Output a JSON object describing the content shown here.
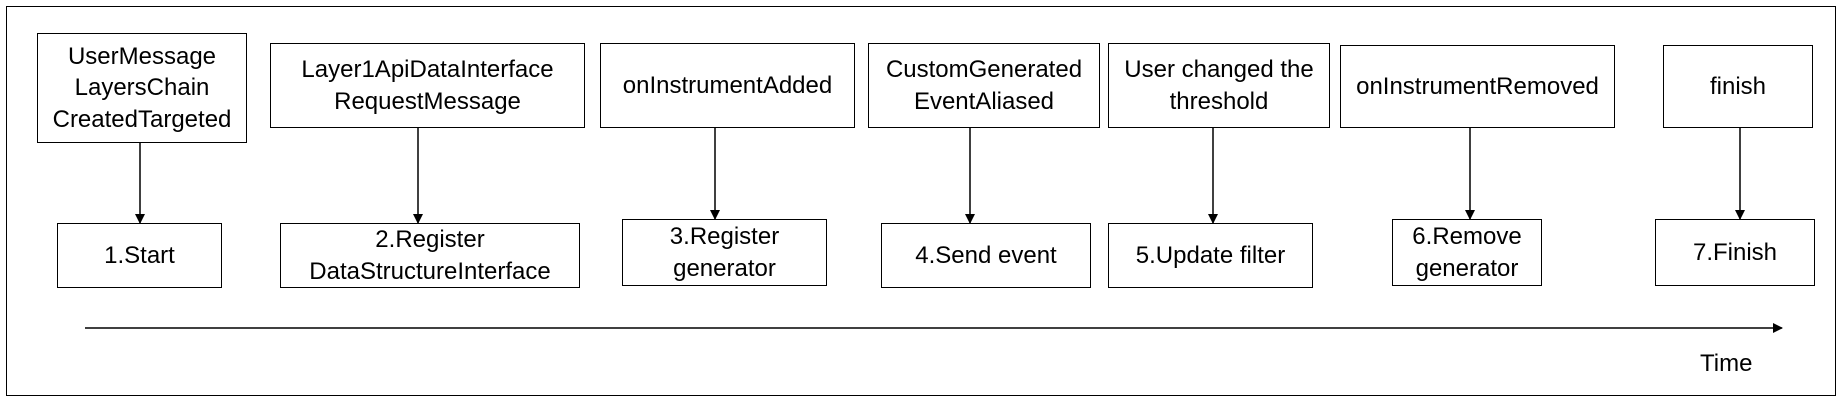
{
  "events": [
    {
      "label": "UserMessage\nLayersChain\nCreatedTargeted",
      "step": "1.Start"
    },
    {
      "label": "Layer1ApiDataInterface\nRequestMessage",
      "step": "2.Register\nDataStructureInterface"
    },
    {
      "label": "onInstrumentAdded",
      "step": "3.Register\ngenerator"
    },
    {
      "label": "CustomGenerated\nEventAliased",
      "step": "4.Send event"
    },
    {
      "label": "User changed the\nthreshold",
      "step": "5.Update filter"
    },
    {
      "label": "onInstrumentRemoved",
      "step": "6.Remove\ngenerator"
    },
    {
      "label": "finish",
      "step": "7.Finish"
    }
  ],
  "axis": {
    "label": "Time"
  }
}
